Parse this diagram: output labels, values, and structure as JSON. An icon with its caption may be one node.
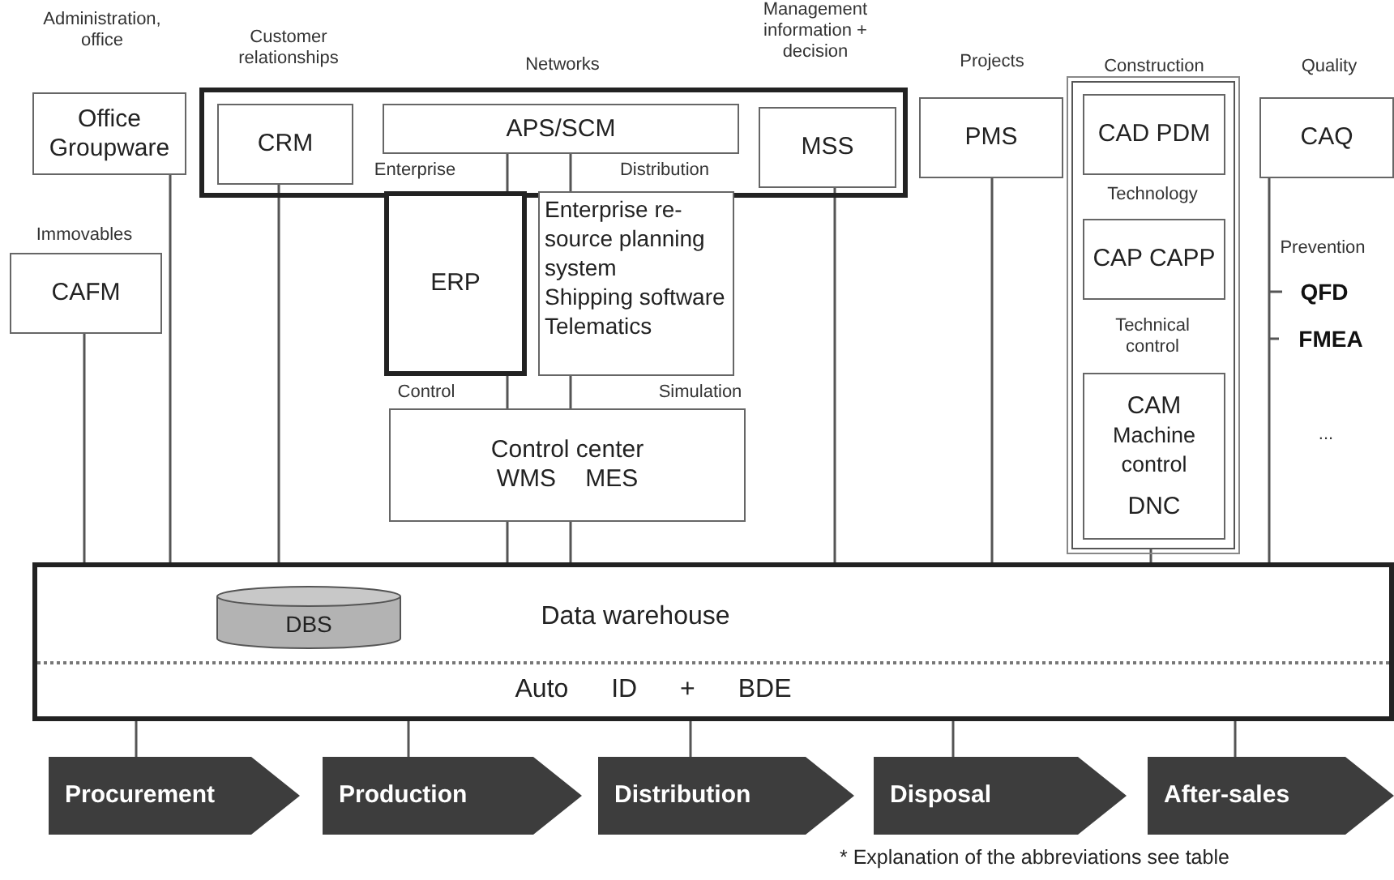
{
  "diagram": {
    "caption": "* Explanation of the abbreviations see table",
    "nodes": [
      {
        "text": [
          "Office Groupware"
        ],
        "beside": [
          "Administration, office"
        ]
      },
      {
        "text": [
          "CAFM"
        ],
        "beside": [
          "Immovables"
        ]
      },
      {
        "text": [],
        "shape": "box",
        "beside": [
          "Networks"
        ]
      },
      {
        "text": [
          "CRM"
        ],
        "in": 2,
        "beside": [
          "Customer relationships"
        ]
      },
      {
        "text": [
          "APS/SCM"
        ],
        "in": 2
      },
      {
        "text": [
          "MSS"
        ],
        "in": 2,
        "beside": [
          "Management information + decision"
        ]
      },
      {
        "text": [
          "PMS"
        ],
        "beside": [
          "Projects"
        ]
      },
      {
        "text": [],
        "shape": "box",
        "beside": [
          "Construction"
        ]
      },
      {
        "text": [
          "CAD PDM"
        ],
        "in": 7
      },
      {
        "text": [
          "CAP CAPP"
        ],
        "in": 7
      },
      {
        "text": [
          "CAM",
          "Machine control",
          "DNC"
        ],
        "in": 7
      },
      {
        "text": [
          "CAQ"
        ],
        "beside": [
          "Quality"
        ]
      },
      {
        "text": [
          "ERP"
        ]
      },
      {
        "text": [
          "Enterprise re- source planning system",
          "Shipping software",
          "Telematics"
        ]
      },
      {
        "text": [
          "Control center",
          "WMS MES"
        ]
      },
      {
        "text": [
          "Data warehouse",
          "Auto ID + BDE"
        ]
      },
      {
        "text": [
          "DBS"
        ],
        "in": 15
      },
      {
        "text": [
          "Procurement"
        ]
      },
      {
        "text": [
          "Production"
        ]
      },
      {
        "text": [
          "Distribution"
        ]
      },
      {
        "text": [
          "Disposal"
        ]
      },
      {
        "text": [
          "After-sales"
        ]
      }
    ],
    "edges": [
      {
        "from": 1,
        "to": 15,
        "arrow": "none"
      },
      {
        "from": 0,
        "to": 15,
        "arrow": "none"
      },
      {
        "from": 3,
        "to": 15,
        "arrow": "none"
      },
      {
        "from": 4,
        "to": 12,
        "arrow": "none"
      },
      {
        "from": 4,
        "to": 13,
        "arrow": "none"
      },
      {
        "from": 12,
        "to": 14,
        "arrow": "none"
      },
      {
        "from": 13,
        "to": 14,
        "arrow": "none"
      },
      {
        "from": 14,
        "to": 15,
        "arrow": "none"
      },
      {
        "from": 14,
        "to": 15,
        "arrow": "none"
      },
      {
        "from": 5,
        "to": 15,
        "arrow": "none"
      },
      {
        "from": 6,
        "to": 15,
        "arrow": "none"
      },
      {
        "from": 7,
        "to": 15,
        "arrow": "none"
      },
      {
        "from": 11,
        "to": 15,
        "arrow": "none"
      },
      {
        "from": 15,
        "to": 17,
        "arrow": "none"
      },
      {
        "from": 15,
        "to": 18,
        "arrow": "none"
      },
      {
        "from": 15,
        "to": 19,
        "arrow": "none"
      },
      {
        "from": 15,
        "to": 20,
        "arrow": "none"
      },
      {
        "from": 15,
        "to": 21,
        "arrow": "none"
      }
    ],
    "labels": [
      "Enterprise",
      "Distribution",
      "Control",
      "Simulation",
      "Technology",
      "Technical control",
      "Prevention",
      "QFD",
      "FMEA",
      "..."
    ]
  }
}
